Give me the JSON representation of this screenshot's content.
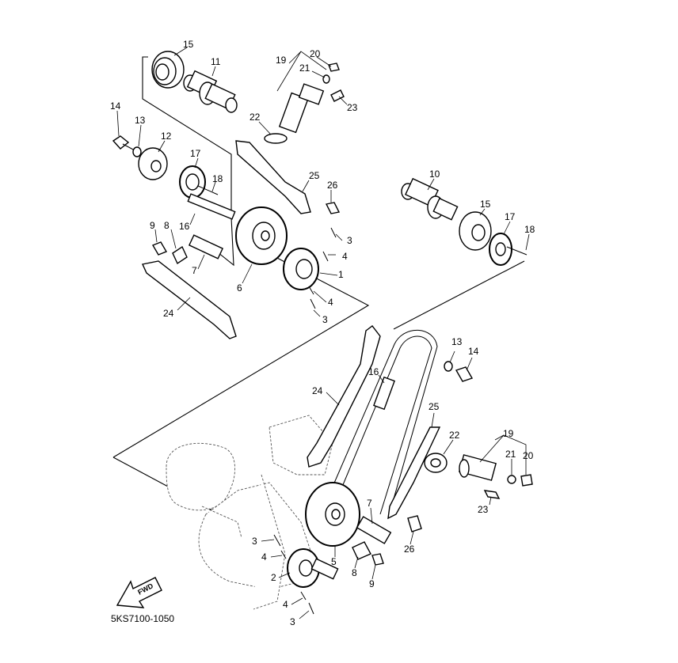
{
  "diagram_code": "5KS7100-1050",
  "fwd_arrow": "FWD",
  "callouts": [
    {
      "id": "c15a",
      "text": "15"
    },
    {
      "id": "c11",
      "text": "11"
    },
    {
      "id": "c19a",
      "text": "19"
    },
    {
      "id": "c20a",
      "text": "20"
    },
    {
      "id": "c21a",
      "text": "21"
    },
    {
      "id": "c23a",
      "text": "23"
    },
    {
      "id": "c14a",
      "text": "14"
    },
    {
      "id": "c13a",
      "text": "13"
    },
    {
      "id": "c12",
      "text": "12"
    },
    {
      "id": "c22a",
      "text": "22"
    },
    {
      "id": "c17a",
      "text": "17"
    },
    {
      "id": "c18a",
      "text": "18"
    },
    {
      "id": "c25a",
      "text": "25"
    },
    {
      "id": "c26a",
      "text": "26"
    },
    {
      "id": "c10",
      "text": "10"
    },
    {
      "id": "c15b",
      "text": "15"
    },
    {
      "id": "c17b",
      "text": "17"
    },
    {
      "id": "c18b",
      "text": "18"
    },
    {
      "id": "c9a",
      "text": "9"
    },
    {
      "id": "c8a",
      "text": "8"
    },
    {
      "id": "c16a",
      "text": "16"
    },
    {
      "id": "c3a",
      "text": "3"
    },
    {
      "id": "c4a",
      "text": "4"
    },
    {
      "id": "c1",
      "text": "1"
    },
    {
      "id": "c7a",
      "text": "7"
    },
    {
      "id": "c6",
      "text": "6"
    },
    {
      "id": "c4b",
      "text": "4"
    },
    {
      "id": "c3b",
      "text": "3"
    },
    {
      "id": "c24a",
      "text": "24"
    },
    {
      "id": "c13b",
      "text": "13"
    },
    {
      "id": "c14b",
      "text": "14"
    },
    {
      "id": "c16b",
      "text": "16"
    },
    {
      "id": "c24b",
      "text": "24"
    },
    {
      "id": "c25b",
      "text": "25"
    },
    {
      "id": "c22b",
      "text": "22"
    },
    {
      "id": "c19b",
      "text": "19"
    },
    {
      "id": "c21b",
      "text": "21"
    },
    {
      "id": "c20b",
      "text": "20"
    },
    {
      "id": "c23b",
      "text": "23"
    },
    {
      "id": "c7b",
      "text": "7"
    },
    {
      "id": "c26b",
      "text": "26"
    },
    {
      "id": "c3c",
      "text": "3"
    },
    {
      "id": "c4c",
      "text": "4"
    },
    {
      "id": "c5",
      "text": "5"
    },
    {
      "id": "c8b",
      "text": "8"
    },
    {
      "id": "c9b",
      "text": "9"
    },
    {
      "id": "c2",
      "text": "2"
    },
    {
      "id": "c4d",
      "text": "4"
    },
    {
      "id": "c3d",
      "text": "3"
    }
  ]
}
